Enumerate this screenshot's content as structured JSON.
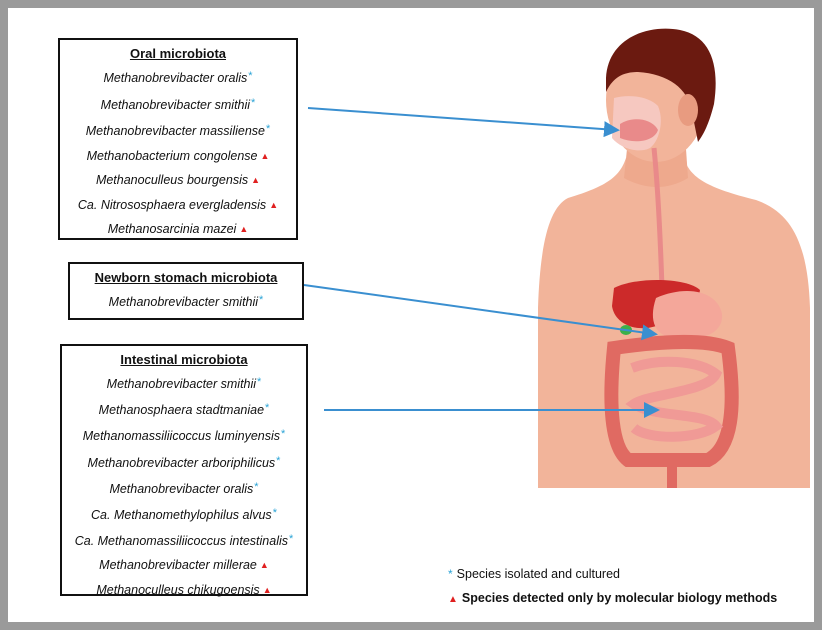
{
  "oral": {
    "title": "Oral microbiota",
    "species": [
      {
        "name": "Methanobrevibacter oralis",
        "mark": "*"
      },
      {
        "name": "Methanobrevibacter smithii",
        "mark": "*"
      },
      {
        "name": "Methanobrevibacter massiliense",
        "mark": "*"
      },
      {
        "name": "Methanobacterium congolense",
        "mark": "▲"
      },
      {
        "name": "Methanoculleus bourgensis",
        "mark": "▲"
      },
      {
        "name": "Ca. Nitrososphaera evergladensis",
        "mark": "▲"
      },
      {
        "name": "Methanosarcinia mazei",
        "mark": "▲"
      }
    ]
  },
  "stomach": {
    "title": "Newborn stomach microbiota",
    "species": [
      {
        "name": "Methanobrevibacter smithii",
        "mark": "*"
      }
    ]
  },
  "intestinal": {
    "title": "Intestinal microbiota",
    "species": [
      {
        "name": "Methanobrevibacter smithii",
        "mark": "*"
      },
      {
        "name": "Methanosphaera stadtmaniae",
        "mark": "*"
      },
      {
        "name": "Methanomassiliicoccus luminyensis",
        "mark": "*"
      },
      {
        "name": "Methanobrevibacter arboriphilicus",
        "mark": "*"
      },
      {
        "name": "Methanobrevibacter oralis",
        "mark": "*"
      },
      {
        "name": "Ca. Methanomethylophilus alvus",
        "mark": "*"
      },
      {
        "name": "Ca. Methanomassiliicoccus intestinalis",
        "mark": "*"
      },
      {
        "name": "Methanobrevibacter millerae",
        "mark": "▲"
      },
      {
        "name": "Methanoculleus chikugoensis",
        "mark": "▲"
      }
    ]
  },
  "legend": {
    "cultured_symbol": "*",
    "cultured_label": "Species  isolated and cultured",
    "molecular_symbol": "▲",
    "molecular_label": "Species detected only by molecular biology methods"
  },
  "colors": {
    "arrow": "#3a8fd0",
    "cultured_mark": "#29a3d6",
    "molecular_mark": "#e02020",
    "skin": "#f2b49a",
    "hair": "#6b1a10"
  }
}
